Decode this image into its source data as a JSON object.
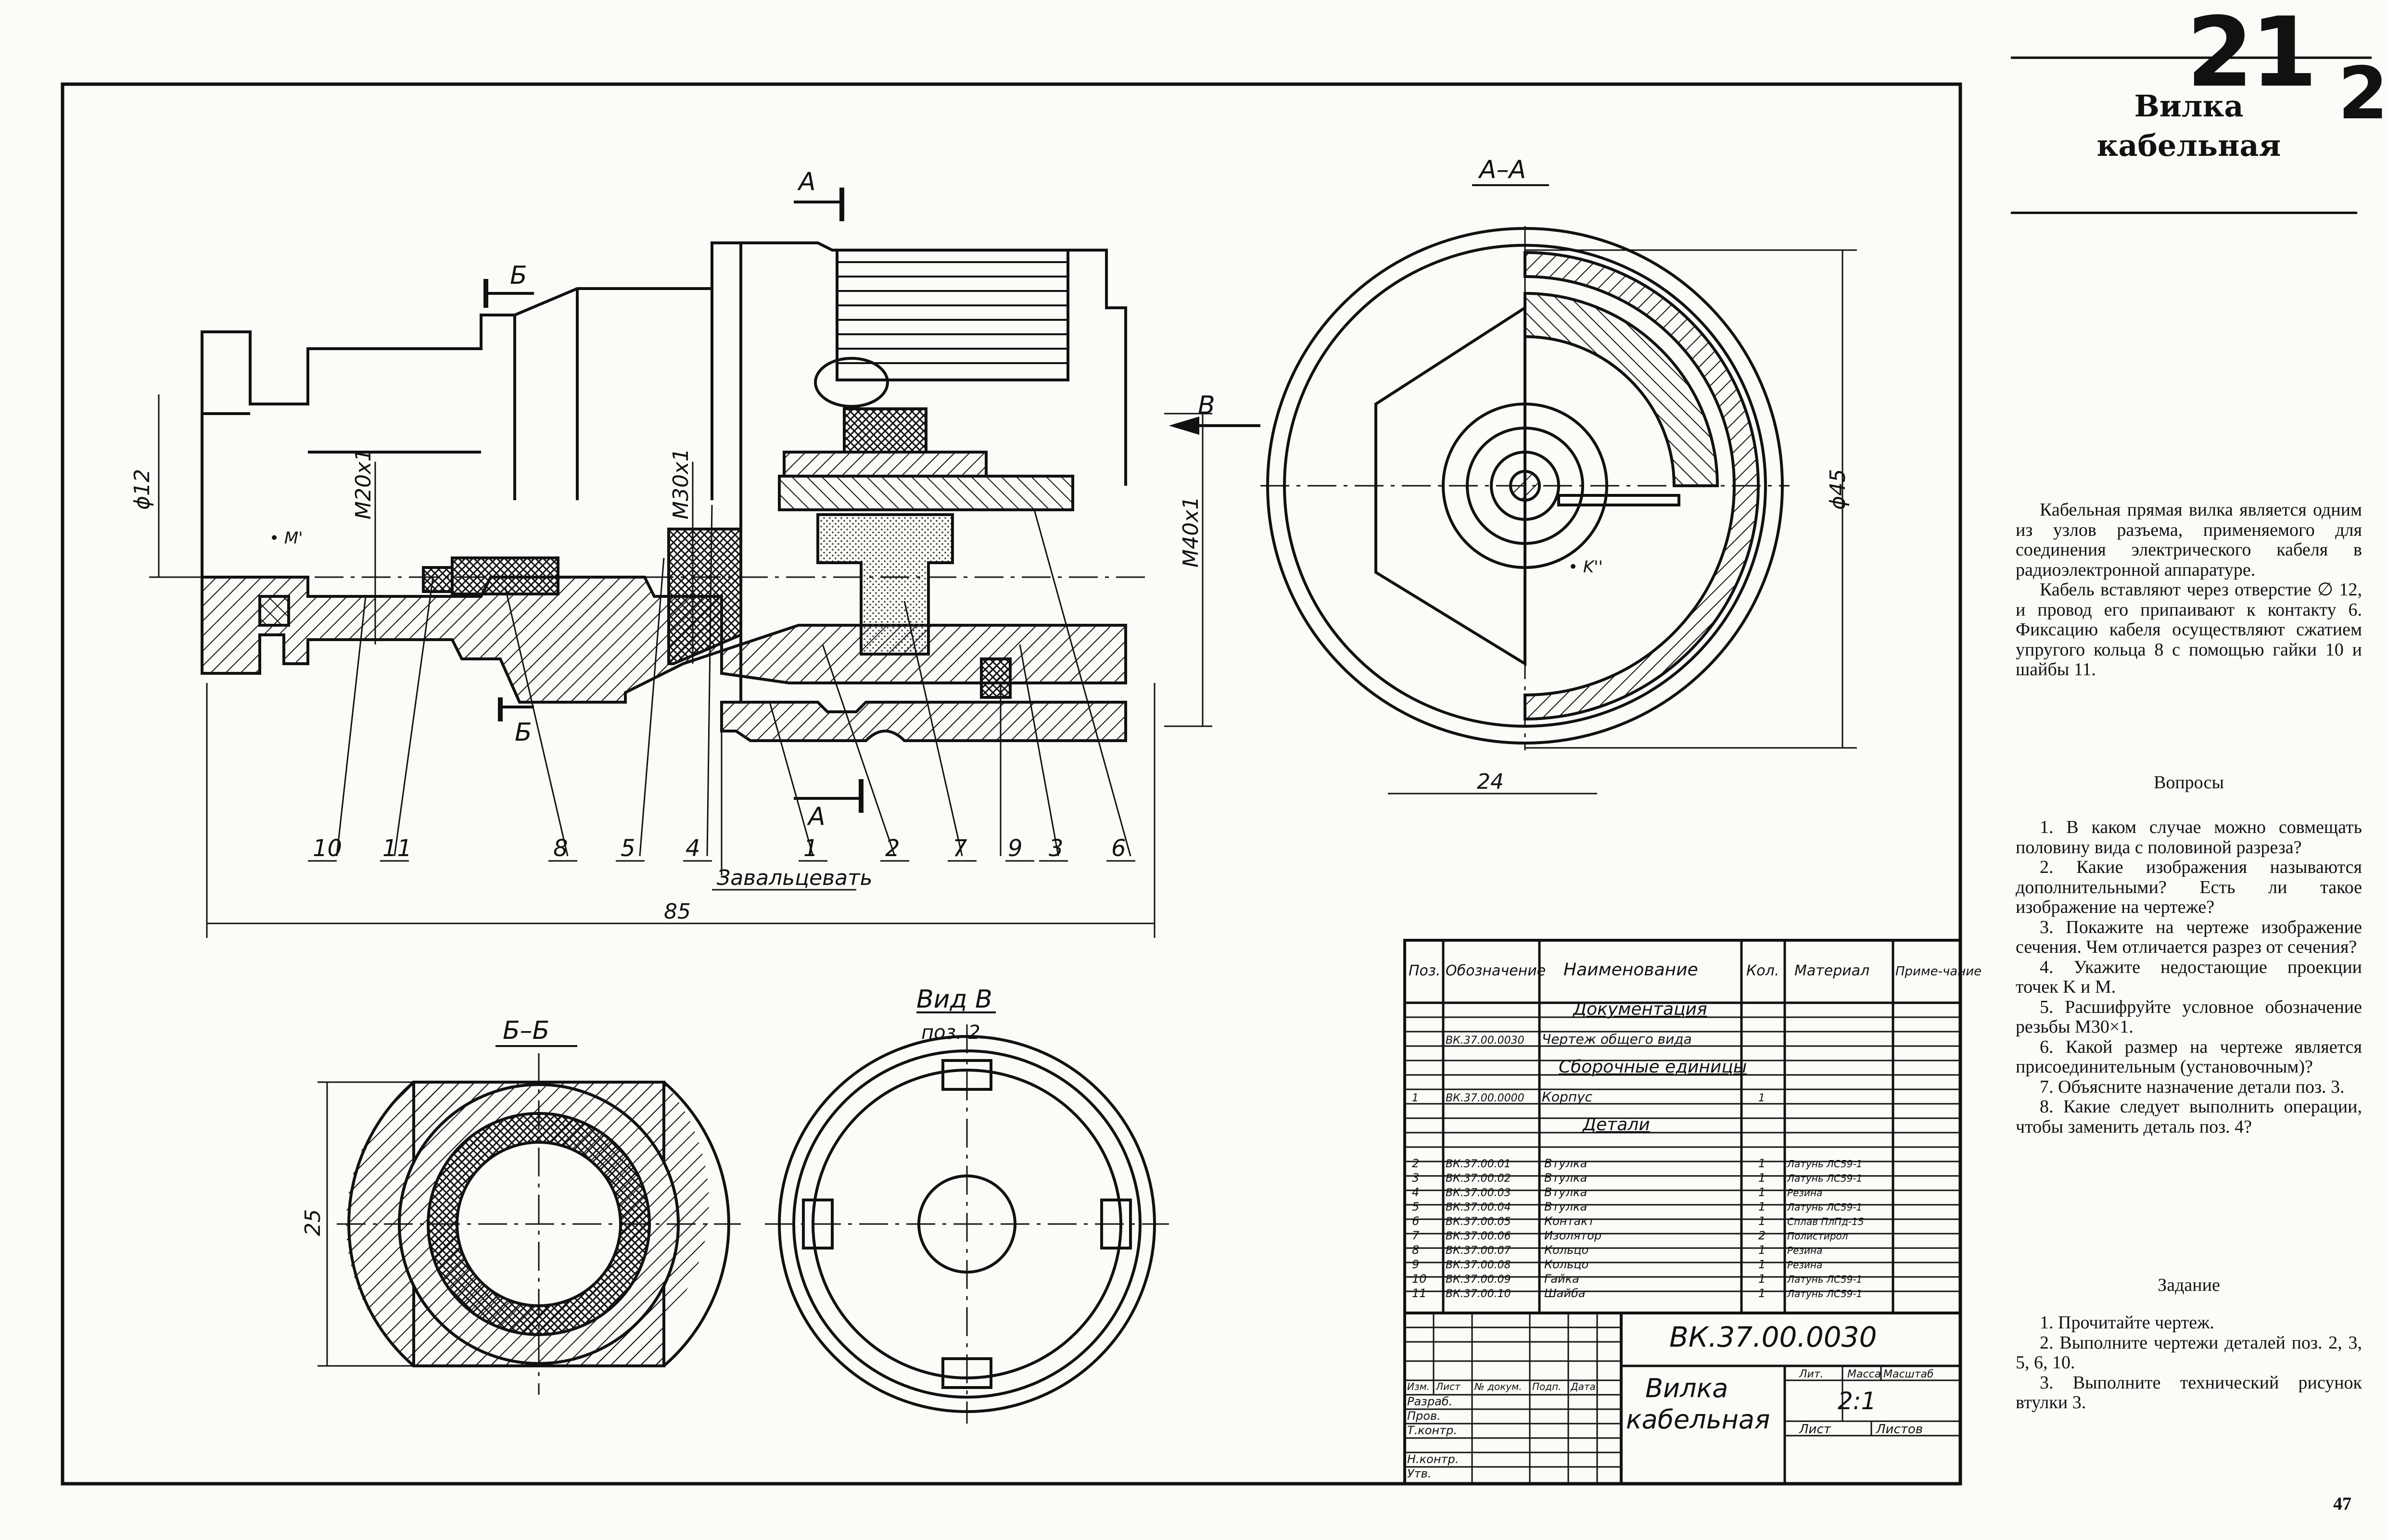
{
  "plate": {
    "number": "21",
    "next_number": "2",
    "title": "Вилка кабельная"
  },
  "drawing": {
    "section_marks": {
      "a_top": "А",
      "a_bottom": "А",
      "b_top": "Б",
      "b_bottom": "Б",
      "view_b_arrow": "В"
    },
    "dimensions": {
      "d12": "ϕ12",
      "m20": "M20x1",
      "m30": "M30x1",
      "m40": "M40x1",
      "d45": "ϕ45",
      "len85": "85",
      "len24": "24",
      "h25": "25"
    },
    "point_labels": {
      "m": "• M'",
      "k": "• K''"
    },
    "leaders": [
      "10",
      "11",
      "8",
      "5",
      "4",
      "1",
      "2",
      "7",
      "9",
      "3",
      "6"
    ],
    "leader_note": "Завальцевать",
    "view_titles": {
      "aa": "А–А",
      "bb": "Б–Б",
      "vid_b": "Вид В",
      "vid_b_sub": "поз. 2"
    }
  },
  "bom": {
    "headers": [
      "Поз.",
      "Обозначение",
      "Наименование",
      "Кол.",
      "Материал",
      "Приме-чание"
    ],
    "sections": {
      "docs": "Документация",
      "assembly": "Сборочные единицы",
      "parts": "Детали"
    },
    "doc_row": {
      "code": "ВК.37.00.0030",
      "name": "Чертеж общего вида"
    },
    "assembly_row": {
      "pos": "1",
      "code": "ВК.37.00.0000",
      "name": "Корпус",
      "qty": "1"
    },
    "parts": [
      {
        "pos": "2",
        "code": "ВК.37.00.01",
        "name": "Втулка",
        "qty": "1",
        "material": "Латунь ЛС59-1"
      },
      {
        "pos": "3",
        "code": "ВК.37.00.02",
        "name": "Втулка",
        "qty": "1",
        "material": "Латунь ЛС59-1"
      },
      {
        "pos": "4",
        "code": "ВК.37.00.03",
        "name": "Втулка",
        "qty": "1",
        "material": "Резина"
      },
      {
        "pos": "5",
        "code": "ВК.37.00.04",
        "name": "Втулка",
        "qty": "1",
        "material": "Латунь ЛС59-1"
      },
      {
        "pos": "6",
        "code": "ВК.37.00.05",
        "name": "Контакт",
        "qty": "1",
        "material": "Сплав ПлПд-15"
      },
      {
        "pos": "7",
        "code": "ВК.37.00.06",
        "name": "Изолятор",
        "qty": "2",
        "material": "Полистирол"
      },
      {
        "pos": "8",
        "code": "ВК.37.00.07",
        "name": "Кольцо",
        "qty": "1",
        "material": "Резина"
      },
      {
        "pos": "9",
        "code": "ВК.37.00.08",
        "name": "Кольцо",
        "qty": "1",
        "material": "Резина"
      },
      {
        "pos": "10",
        "code": "ВК.37.00.09",
        "name": "Гайка",
        "qty": "1",
        "material": "Латунь ЛС59-1"
      },
      {
        "pos": "11",
        "code": "ВК.37.00.10",
        "name": "Шайба",
        "qty": "1",
        "material": "Латунь ЛС59-1"
      }
    ]
  },
  "title_block": {
    "designation": "ВК.37.00.0030",
    "product_name": "Вилка кабельная",
    "scale": "2:1",
    "columns": [
      "Изм.",
      "Лист",
      "№ докум.",
      "Подп.",
      "Дата"
    ],
    "rows": [
      "Разраб.",
      "Пров.",
      "Т.контр.",
      "Н.контр.",
      "Утв."
    ],
    "lit_headers": [
      "Лит.",
      "Масса",
      "Масштаб"
    ],
    "sheet_labels": [
      "Лист",
      "Листов"
    ]
  },
  "description": [
    "Кабельная прямая вилка является одним из узлов разъема, применяемого для соединения электрического кабеля в радиоэлектронной аппаратуре.",
    "Кабель вставляют через отверстие ∅ 12, и провод его припаивают к контакту 6. Фиксацию кабеля осуществляют сжатием упругого кольца 8 с помощью гайки 10 и шайбы 11."
  ],
  "questions_title": "Вопросы",
  "questions": [
    "1. В каком случае можно совмещать половину вида с половиной разреза?",
    "2. Какие изображения называются дополнительными? Есть ли такое изображение на чертеже?",
    "3. Покажите на чертеже изображение сечения. Чем отличается разрез от сечения?",
    "4. Укажите недостающие проекции точек K и M.",
    "5. Расшифруйте условное обозначение резьбы M30×1.",
    "6. Какой размер на чертеже является присоединительным (установочным)?",
    "7. Объясните назначение детали поз. 3.",
    "8. Какие следует выполнить операции, чтобы заменить деталь поз. 4?"
  ],
  "task_title": "Задание",
  "tasks": [
    "1. Прочитайте чертеж.",
    "2. Выполните чертежи деталей поз. 2, 3, 5, 6, 10.",
    "3. Выполните технический рисунок втулки 3."
  ],
  "page_number": "47"
}
